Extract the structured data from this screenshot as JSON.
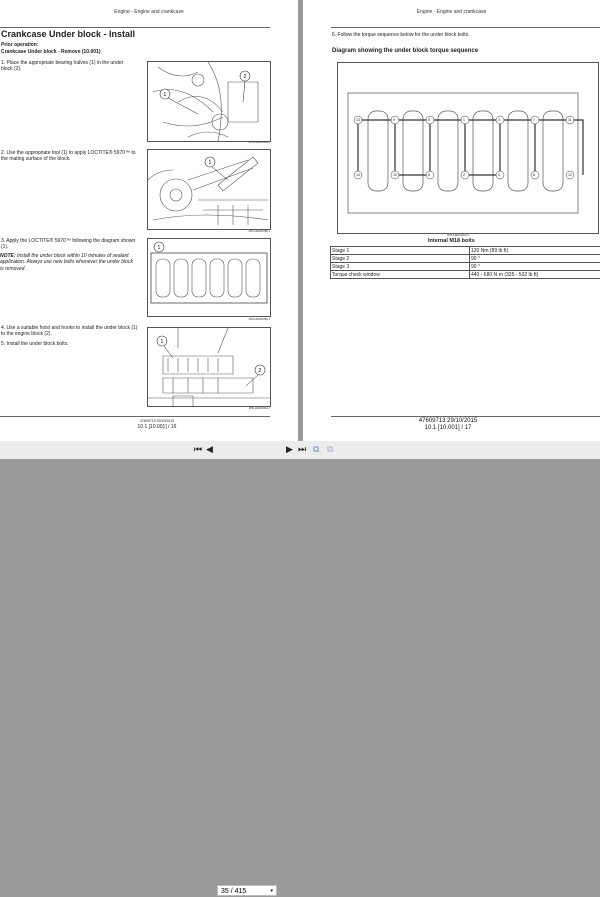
{
  "left_page": {
    "header": "Engine - Engine and crankcase",
    "title": "Crankcase Under block - Install",
    "prior_label": "Prior operation:",
    "prior_link": "Crankcase Under block - Remove (10.001)",
    "steps": [
      "1.  Place the appropriate bearing halves (1) in the under block (2).",
      "2.  Use the appropriate tool (1) to apply LOCTITE® 5970™ to the mating surface of the block.",
      "3.  Apply the LOCTITE® 5970™ following the diagram shown (1).",
      "4.  Use a suitable hoist and hooks to install the under block (1) to the engine block (2).",
      "5.  Install the under block bolts."
    ],
    "note_label": "NOTE:",
    "note": " Install the under block within 10 minutes of sealant application.  Always use new bolts whenever the under block is removed.",
    "figure_captions": [
      "NHIL14EN016AA   1",
      "NHIL14EN016BA   2",
      "NHIL14EN016BA   3",
      "NHIL14EN016FA   4"
    ],
    "footer_line1": "47609713 29/10/2015",
    "footer_line2": "10.1 [10.001] / 16"
  },
  "right_page": {
    "header": "Engine - Engine and crankcase",
    "step6": "6.  Follow the torque sequence below for the under block bolts.",
    "diagram_title": "Diagram showing the under block torque sequence",
    "diagram_caption": "NHIL14EN016GA   5",
    "table_title": "Internal M18 bolts",
    "table": [
      [
        "Stage 1",
        "120 Nm (89 lb ft)"
      ],
      [
        "Stage 2",
        "90 °"
      ],
      [
        "Stage 3",
        "90 °"
      ],
      [
        "Torque check window",
        "440 - 680 N·m (325 - 502 lb ft)"
      ]
    ],
    "footer_line1": "47609713 29/10/2015",
    "footer_line2": "10.1 [10.001] / 17"
  },
  "toolbar": {
    "page_value": "35 / 415"
  }
}
